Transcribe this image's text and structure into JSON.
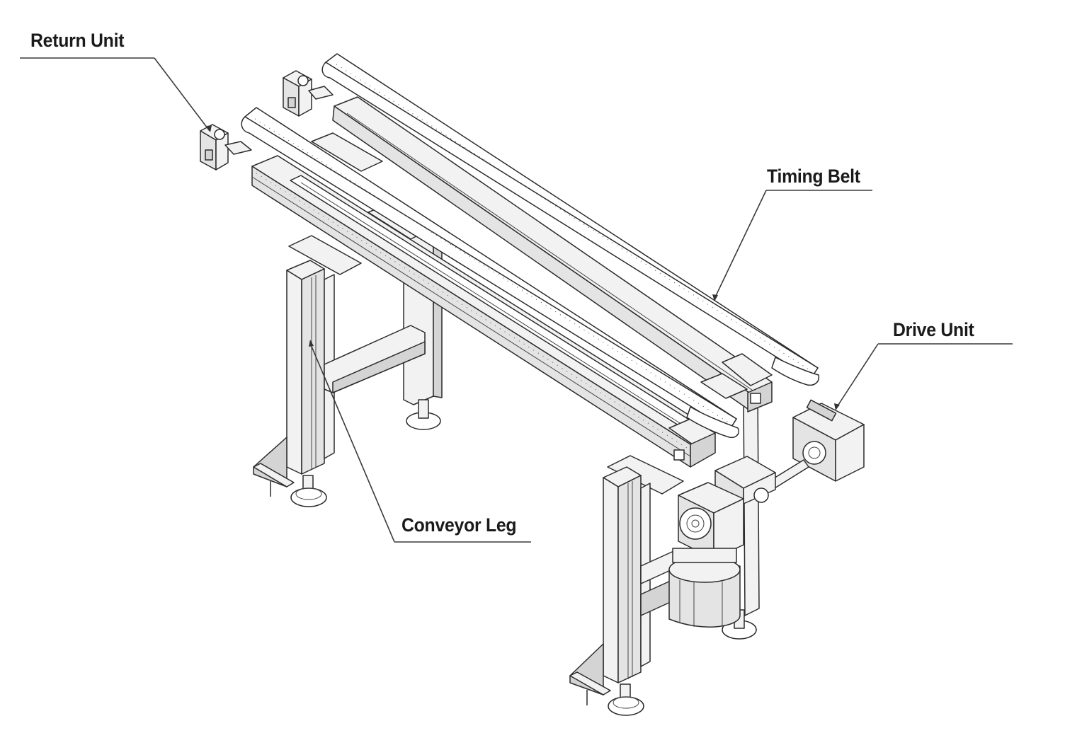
{
  "callouts": {
    "return_unit": "Return Unit",
    "timing_belt": "Timing Belt",
    "drive_unit": "Drive Unit",
    "conveyor_leg": "Conveyor Leg"
  },
  "colors": {
    "line": "#2b2b2b",
    "fill_light": "#f2f2f2",
    "fill_dark": "#d4d4d4",
    "label": "#1a1a1a"
  }
}
